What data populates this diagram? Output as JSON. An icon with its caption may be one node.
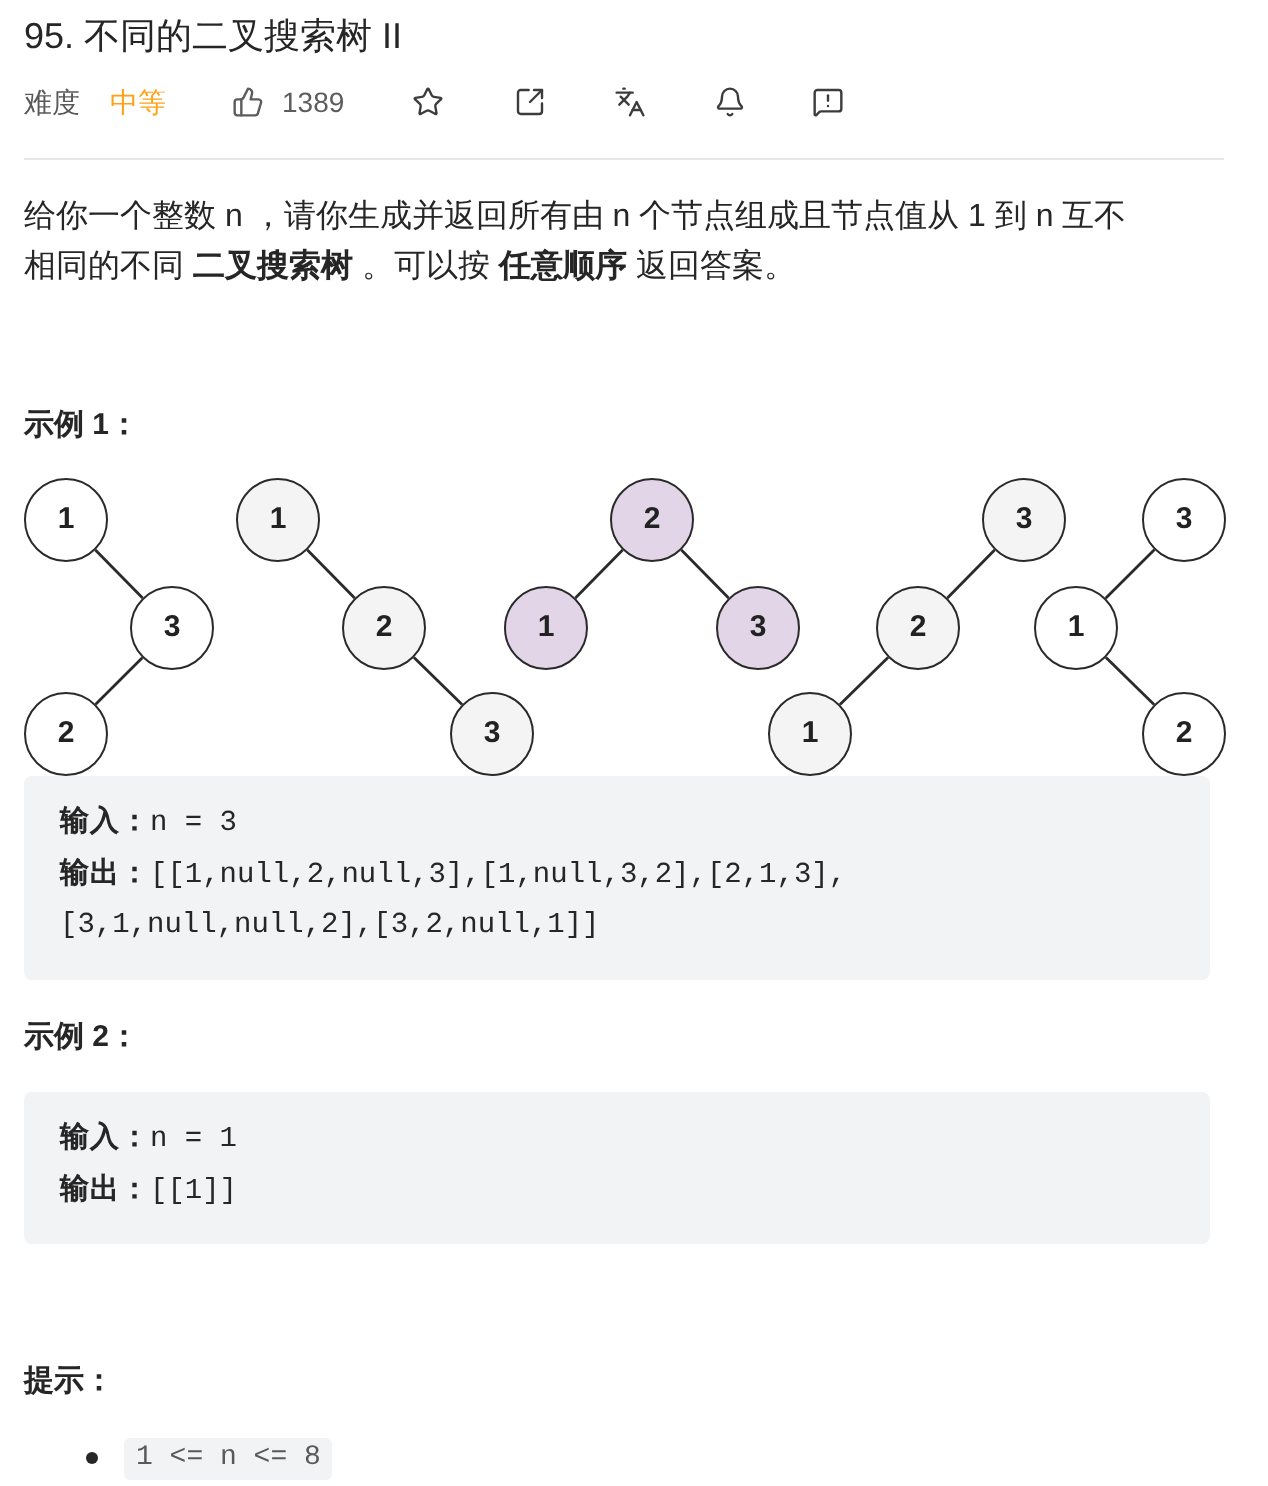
{
  "diagram": {
    "title": "95. 不同的二叉搜索树 II",
    "nodes": [
      {
        "text": [
          "1"
        ]
      },
      {
        "text": [
          "3"
        ]
      },
      {
        "text": [
          "2"
        ]
      },
      {
        "text": [
          "1"
        ]
      },
      {
        "text": [
          "2"
        ]
      },
      {
        "text": [
          "3"
        ]
      },
      {
        "text": [
          "2"
        ]
      },
      {
        "text": [
          "1"
        ]
      },
      {
        "text": [
          "3"
        ]
      },
      {
        "text": [
          "3"
        ]
      },
      {
        "text": [
          "2"
        ]
      },
      {
        "text": [
          "1"
        ]
      },
      {
        "text": [
          "3"
        ]
      },
      {
        "text": [
          "1"
        ]
      },
      {
        "text": [
          "2"
        ]
      }
    ],
    "edges": [
      {
        "from": 0,
        "to": 1,
        "arrow": "none"
      },
      {
        "from": 1,
        "to": 2,
        "arrow": "none"
      },
      {
        "from": 3,
        "to": 4,
        "arrow": "none"
      },
      {
        "from": 4,
        "to": 5,
        "arrow": "none"
      },
      {
        "from": 6,
        "to": 7,
        "arrow": "none"
      },
      {
        "from": 6,
        "to": 8,
        "arrow": "none"
      },
      {
        "from": 9,
        "to": 10,
        "arrow": "none"
      },
      {
        "from": 10,
        "to": 11,
        "arrow": "none"
      },
      {
        "from": 12,
        "to": 13,
        "arrow": "none"
      },
      {
        "from": 13,
        "to": 14,
        "arrow": "none"
      }
    ],
    "labels": [
      "难度",
      "中等",
      "1389",
      "给你一个整数 n ，请你生成并返回所有由 n 个节点组成且节点值从 1 到 n 互不相同的不同 **二叉搜索树** 。可以按 **任意顺序** 返回答案。",
      "示例 1：",
      "**输入：**n = 3",
      "**输出：**[[1,null,2,null,3],[1,null,3,2],[2,1,3],[3,1,null,null,2],[3,2,null,1]]",
      "示例 2：",
      "**输入：**n = 1",
      "**输出：**[[1]]",
      "提示：",
      "1 <= n <= 8"
    ]
  }
}
